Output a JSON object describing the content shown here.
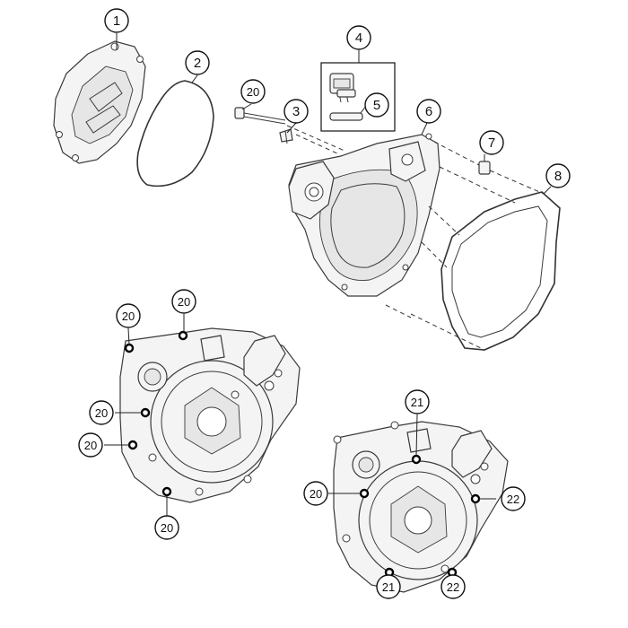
{
  "callouts": {
    "c1": "1",
    "c2": "2",
    "c3": "3",
    "c4": "4",
    "c5": "5",
    "c6": "6",
    "c7": "7",
    "c8": "8",
    "c20": "20",
    "c21": "21",
    "c22": "22"
  }
}
